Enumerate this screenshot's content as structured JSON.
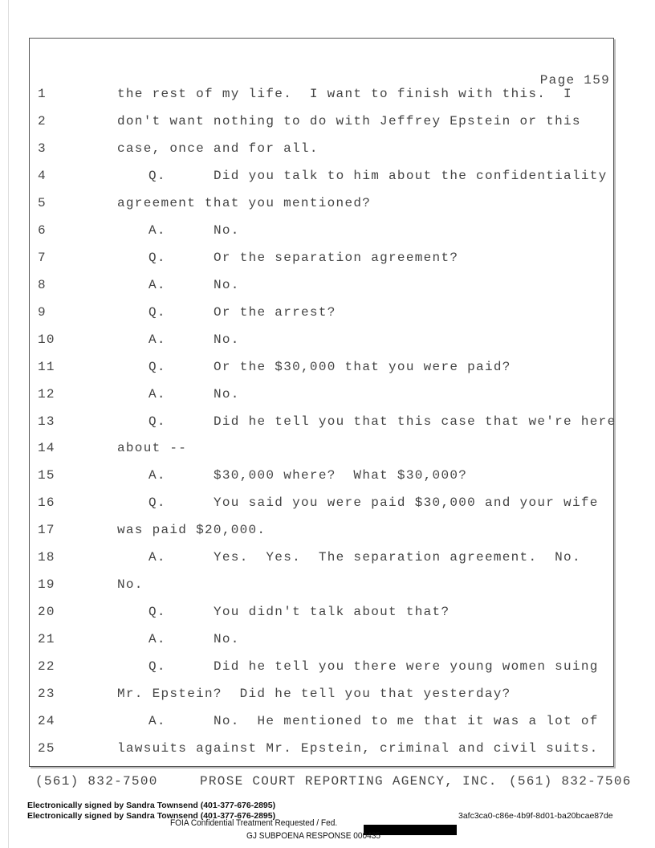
{
  "page_label": "Page 159",
  "lines": [
    {
      "num": "1",
      "text": "the rest of my life.  I want to finish with this.  I"
    },
    {
      "num": "2",
      "text": "don't want nothing to do with Jeffrey Epstein or this"
    },
    {
      "num": "3",
      "text": "case, once and for all."
    },
    {
      "num": "4",
      "speaker": "Q.",
      "text": "Did you talk to him about the confidentiality"
    },
    {
      "num": "5",
      "text": "agreement that you mentioned?"
    },
    {
      "num": "6",
      "speaker": "A.",
      "text": "No."
    },
    {
      "num": "7",
      "speaker": "Q.",
      "text": "Or the separation agreement?"
    },
    {
      "num": "8",
      "speaker": "A.",
      "text": "No."
    },
    {
      "num": "9",
      "speaker": "Q.",
      "text": "Or the arrest?"
    },
    {
      "num": "10",
      "speaker": "A.",
      "text": "No."
    },
    {
      "num": "11",
      "speaker": "Q.",
      "text": "Or the $30,000 that you were paid?"
    },
    {
      "num": "12",
      "speaker": "A.",
      "text": "No."
    },
    {
      "num": "13",
      "speaker": "Q.",
      "text": "Did he tell you that this case that we're here"
    },
    {
      "num": "14",
      "text": "about --"
    },
    {
      "num": "15",
      "speaker": "A.",
      "text": "$30,000 where?  What $30,000?"
    },
    {
      "num": "16",
      "speaker": "Q.",
      "text": "You said you were paid $30,000 and your wife"
    },
    {
      "num": "17",
      "text": "was paid $20,000."
    },
    {
      "num": "18",
      "speaker": "A.",
      "text": "Yes.  Yes.  The separation agreement.  No."
    },
    {
      "num": "19",
      "text": "No."
    },
    {
      "num": "20",
      "speaker": "Q.",
      "text": "You didn't talk about that?"
    },
    {
      "num": "21",
      "speaker": "A.",
      "text": "No."
    },
    {
      "num": "22",
      "speaker": "Q.",
      "text": "Did he tell you there were young women suing"
    },
    {
      "num": "23",
      "text": "Mr. Epstein?  Did he tell you that yesterday?"
    },
    {
      "num": "24",
      "speaker": "A.",
      "text": "No.  He mentioned to me that it was a lot of"
    },
    {
      "num": "25",
      "text": "lawsuits against Mr. Epstein, criminal and civil suits."
    }
  ],
  "footer": {
    "phone_left": "(561) 832-7500",
    "agency": "PROSE COURT REPORTING AGENCY, INC.",
    "phone_right": "(561) 832-7506"
  },
  "signatures": [
    "Electronically signed by Sandra Townsend (401-377-676-2895)",
    "Electronically signed by Sandra Townsend (401-377-676-2895)"
  ],
  "document_hash": "3afc3ca0-c86e-4b9f-8d01-ba20bcae87de",
  "confidential_notice": "FOIA Confidential Treatment Requested / Fed.",
  "bates_stamp": "GJ SUBPOENA RESPONSE 000435"
}
